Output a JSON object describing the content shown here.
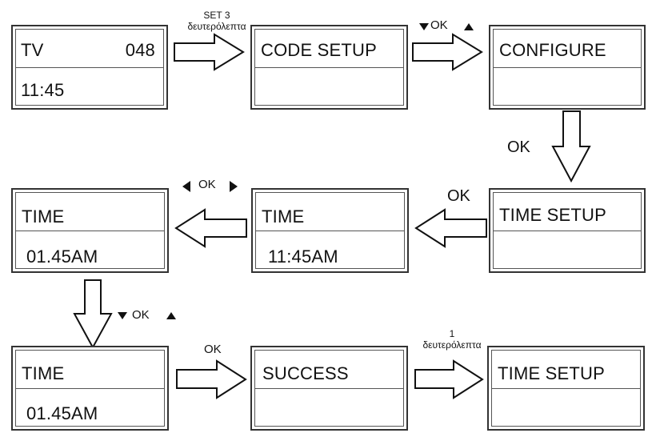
{
  "screens": {
    "s1": {
      "line1_left": "TV",
      "line1_right": "048",
      "line2": "11:45"
    },
    "s2": {
      "line1": "CODE SETUP",
      "line2": ""
    },
    "s3": {
      "line1": "CONFIGURE",
      "line2": ""
    },
    "s4": {
      "line1": "TIME SETUP",
      "line2": ""
    },
    "s5": {
      "line1": "TIME",
      "line2": "11:45AM"
    },
    "s6": {
      "line1": "TIME",
      "line2": "01.45AM"
    },
    "s7": {
      "line1": "TIME",
      "line2": "01.45AM"
    },
    "s8": {
      "line1": "SUCCESS",
      "line2": ""
    },
    "s9": {
      "line1": "TIME SETUP",
      "line2": ""
    }
  },
  "transitions": {
    "t1": {
      "line1": "SET 3",
      "line2": "δευτερόλεπτα"
    },
    "t2": {
      "label": "OK",
      "left_icon": "down-triangle-icon",
      "right_icon": "up-triangle-icon"
    },
    "t3": {
      "label": "OK"
    },
    "t4": {
      "label": "OK"
    },
    "t5": {
      "label": "OK",
      "left_icon": "left-triangle-icon",
      "right_icon": "right-triangle-icon"
    },
    "t6": {
      "label": "OK",
      "left_icon": "down-triangle-icon",
      "right_icon": "up-triangle-icon"
    },
    "t7": {
      "label": "OK"
    },
    "t8": {
      "line1": "1",
      "line2": "δευτερόλεπτα"
    }
  },
  "colors": {
    "ink": "#111111",
    "frame": "#333333"
  }
}
